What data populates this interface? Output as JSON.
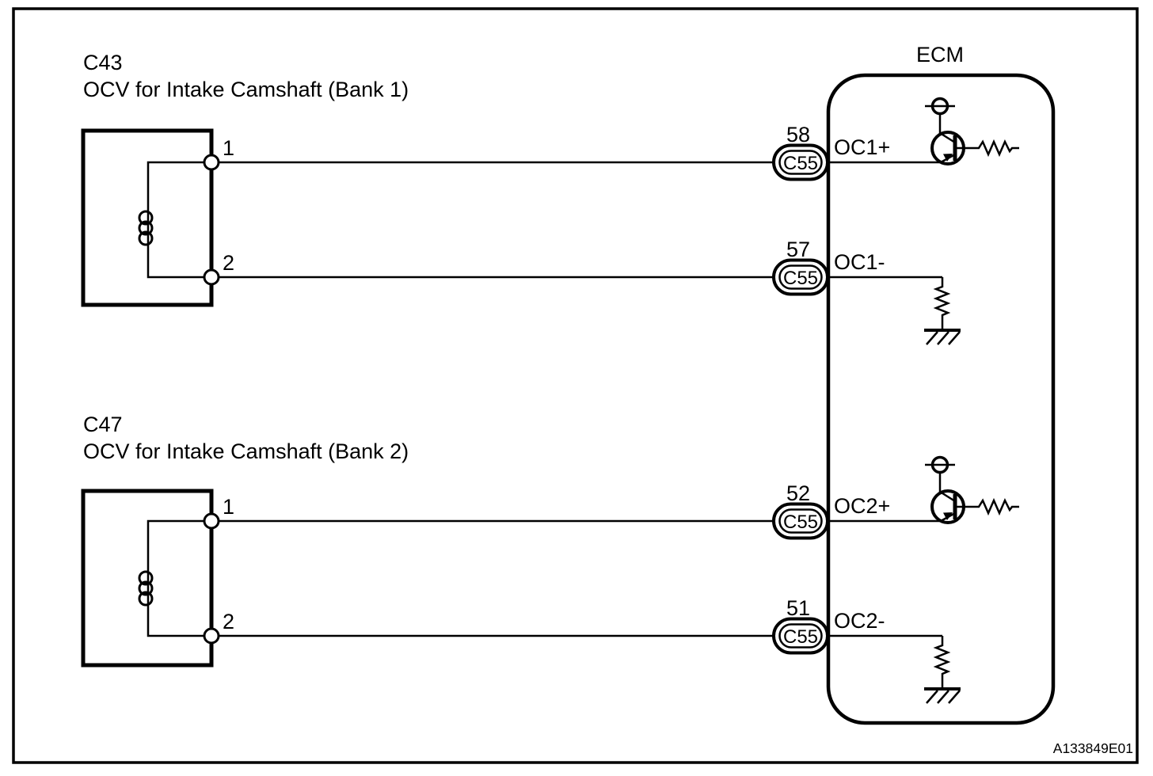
{
  "page": {
    "figure_code": "A133849E01",
    "background_color": "#ffffff",
    "line_color": "#000000"
  },
  "ecm": {
    "label": "ECM"
  },
  "components": [
    {
      "code": "C43",
      "name": "OCV for Intake Camshaft (Bank 1)",
      "terminals": [
        "1",
        "2"
      ]
    },
    {
      "code": "C47",
      "name": "OCV for Intake Camshaft (Bank 2)",
      "terminals": [
        "1",
        "2"
      ]
    }
  ],
  "ecm_pins": [
    {
      "pin": "58",
      "connector": "C55",
      "signal": "OC1+"
    },
    {
      "pin": "57",
      "connector": "C55",
      "signal": "OC1-"
    },
    {
      "pin": "52",
      "connector": "C55",
      "signal": "OC2+"
    },
    {
      "pin": "51",
      "connector": "C55",
      "signal": "OC2-"
    }
  ]
}
